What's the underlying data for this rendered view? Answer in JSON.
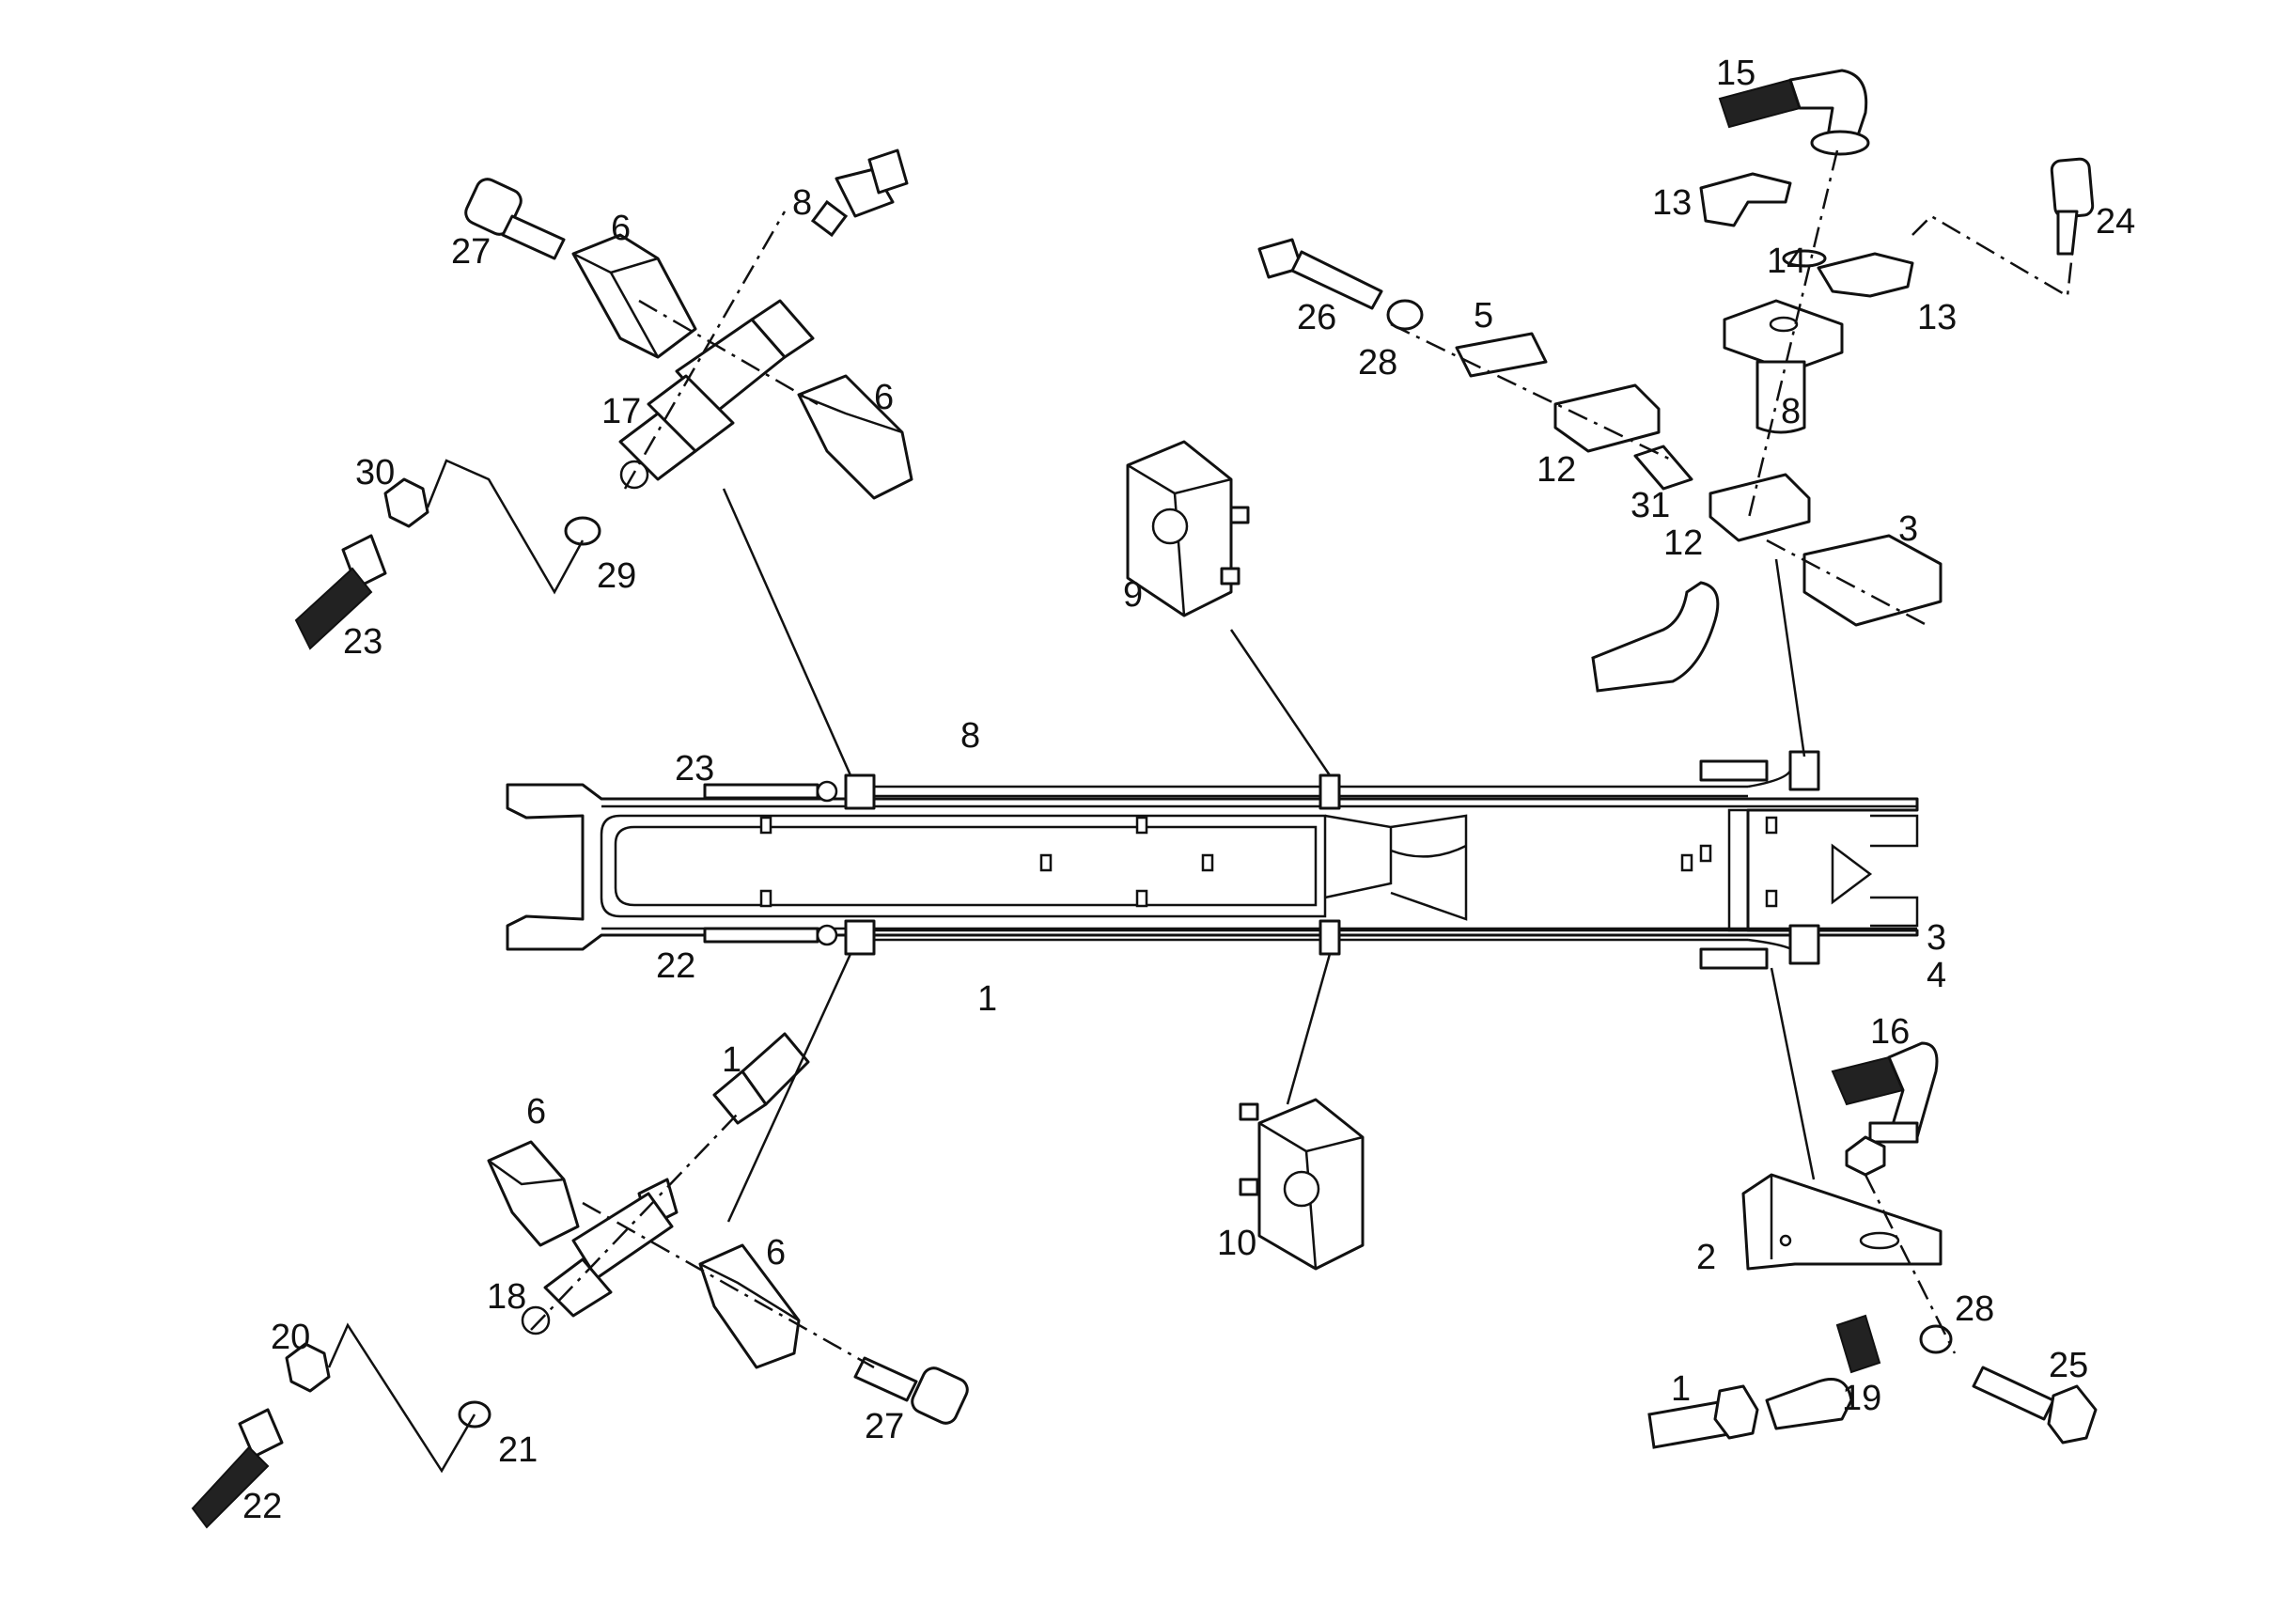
{
  "callouts": {
    "c15": "15",
    "c13a": "13",
    "c13b": "13",
    "c14": "14",
    "c24": "24",
    "c26": "26",
    "c28a": "28",
    "c5": "5",
    "c8a": "8",
    "c12a": "12",
    "c31": "31",
    "c12b": "12",
    "c3a": "3",
    "c9": "9",
    "c27a": "27",
    "c6a": "6",
    "c8b": "8",
    "c6b": "6",
    "c17": "17",
    "c30": "30",
    "c29": "29",
    "c23a": "23",
    "c23b": "23",
    "c8c": "8",
    "c22a": "22",
    "c1a": "1",
    "c3b": "3",
    "c4": "4",
    "c1b": "1",
    "c6c": "6",
    "c18": "18",
    "c6d": "6",
    "c20": "20",
    "c21": "21",
    "c22b": "22",
    "c27b": "27",
    "c10": "10",
    "c16": "16",
    "c2": "2",
    "c28b": "28",
    "c25": "25",
    "c1c": "1",
    "c19": "19"
  }
}
